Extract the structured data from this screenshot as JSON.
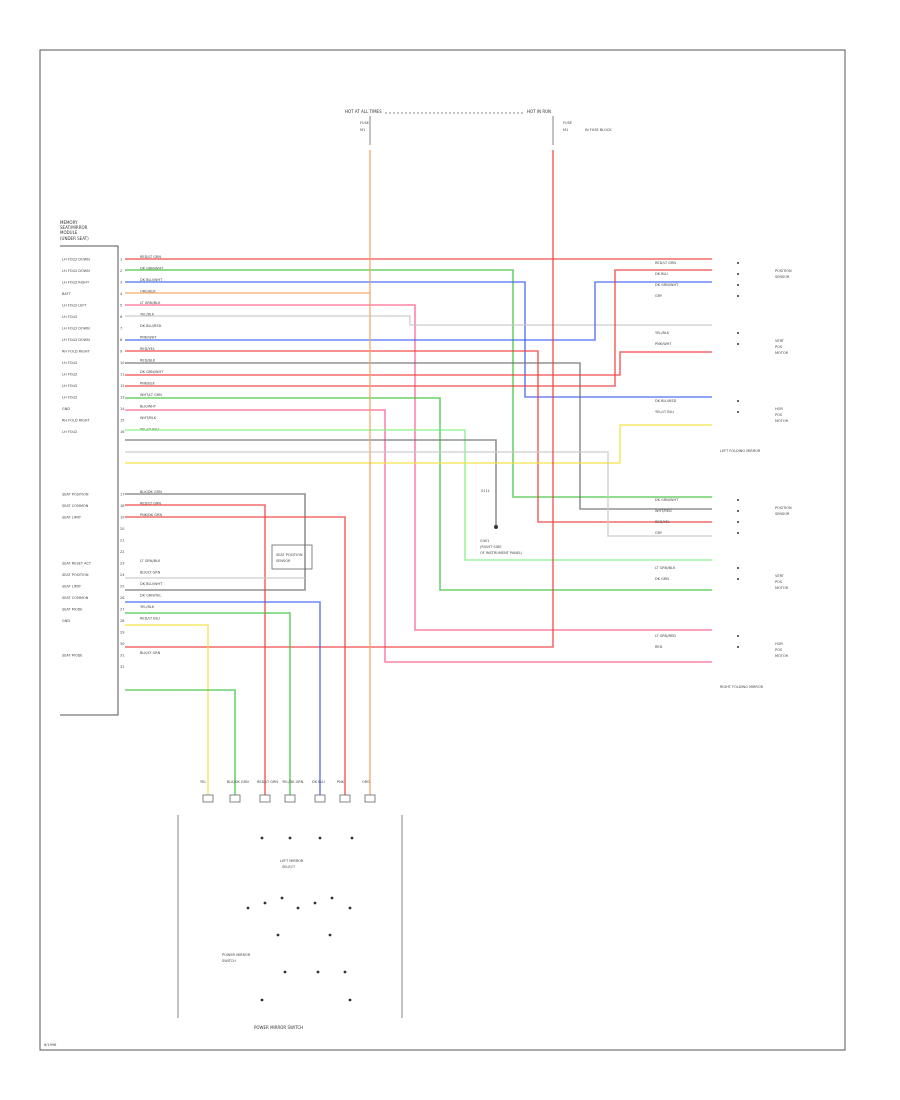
{
  "diagram": {
    "power_sources": [
      {
        "id": "hot_at_all_times",
        "label": "HOT AT ALL TIMES",
        "fuse": "FUSE",
        "fuse_sub": "M1"
      },
      {
        "id": "hot_in_run",
        "label": "HOT IN RUN",
        "fuse": "FUSE",
        "fuse_sub": "M1",
        "fuse_note": "IN FUSE BLOCK"
      }
    ],
    "module_title": [
      "MEMORY",
      "SEAT/MIRROR",
      "MODULE",
      "(UNDER SEAT)"
    ],
    "module_pins_top": [
      {
        "name": "LH FOLD DOWN",
        "pin": "1",
        "wire": "RED/LT GRN"
      },
      {
        "name": "LH FOLD DOWN",
        "pin": "2",
        "wire": "DK GRN/WHT"
      },
      {
        "name": "LH FOLD RIGHT",
        "pin": "3",
        "wire": "DK BLU/WHT"
      },
      {
        "name": "BATT",
        "pin": "4",
        "wire": "ORG/BLK"
      },
      {
        "name": "LH FOLD LEFT",
        "pin": "5",
        "wire": "LT GRN/BLK"
      },
      {
        "name": "LH FOLD",
        "pin": "6",
        "wire": "YEL/BLK"
      },
      {
        "name": "LH FOLD DOWN",
        "pin": "7",
        "wire": "DK BLU/RED"
      },
      {
        "name": "LH FOLD DOWN",
        "pin": "8",
        "wire": "PNK/WHT"
      },
      {
        "name": "RH FOLD RIGHT",
        "pin": "9",
        "wire": "RED/YEL"
      },
      {
        "name": "LH FOLD",
        "pin": "10",
        "wire": "RED/BLK"
      },
      {
        "name": "LH FOLD",
        "pin": "11",
        "wire": "DK GRN/WHT"
      },
      {
        "name": "LH FOLD",
        "pin": "12",
        "wire": "PNK/BLK"
      },
      {
        "name": "LH FOLD",
        "pin": "13",
        "wire": "WHT/LT GRN"
      },
      {
        "name": "GND",
        "pin": "14",
        "wire": "BLK/WHT"
      },
      {
        "name": "RH FOLD RIGHT",
        "pin": "15",
        "wire": "WHT/BLK"
      },
      {
        "name": "LH FOLD",
        "pin": "16",
        "wire": "YEL/LT BLU"
      }
    ],
    "module_pins_bottom": [
      {
        "name": "SEAT POSITION",
        "pin": "17",
        "wire": "BLK/DK GRN"
      },
      {
        "name": "SEAT COMMON",
        "pin": "18",
        "wire": "RED/LT GRN"
      },
      {
        "name": "SEAT LIMIT",
        "pin": "19",
        "wire": "PNK/DK GRN"
      },
      {
        "name": "",
        "pin": "20",
        "wire": ""
      },
      {
        "name": "",
        "pin": "21",
        "wire": ""
      },
      {
        "name": "",
        "pin": "22",
        "wire": ""
      },
      {
        "name": "SEAT RESET ACT",
        "pin": "23",
        "wire": "LT GRN/BLK"
      },
      {
        "name": "SEAT POSITION",
        "pin": "24",
        "wire": "BLK/LT GRN"
      },
      {
        "name": "SEAT LIMIT",
        "pin": "25",
        "wire": "DK BLU/WHT"
      },
      {
        "name": "SEAT COMMON",
        "pin": "26",
        "wire": "DK GRN/YEL"
      },
      {
        "name": "SEAT MODE",
        "pin": "27",
        "wire": "YEL/BLK"
      },
      {
        "name": "GND",
        "pin": "28",
        "wire": "RED/LT BLU"
      },
      {
        "name": "",
        "pin": "29",
        "wire": ""
      },
      {
        "name": "",
        "pin": "30",
        "wire": ""
      },
      {
        "name": "SEAT MODE",
        "pin": "31",
        "wire": "BLK/LT GRN"
      },
      {
        "name": "",
        "pin": "32",
        "wire": ""
      }
    ],
    "splice_label": "S111",
    "ground_label": [
      "G401",
      "(RIGHT SIDE",
      "OF INSTRUMENT PANEL)"
    ],
    "sensor_label": [
      "SEAT POSITION",
      "SENSOR"
    ],
    "right_top_group": {
      "title": "LEFT FOLDING MIRROR",
      "units": [
        {
          "name": [
            "POSITION",
            "SENSOR"
          ],
          "wires": [
            "RED/LT GRN",
            "DK BLU",
            "DK GRN/WHT",
            "GRY"
          ]
        },
        {
          "name": [
            "VERT",
            "POS",
            "MOTOR"
          ],
          "wires": [
            "YEL/BLK",
            "PNK/WHT"
          ]
        },
        {
          "name": [
            "HOR",
            "POS",
            "MOTOR"
          ],
          "wires": [
            "DK BLU/RED",
            "YEL/LT BLU"
          ]
        }
      ]
    },
    "right_bottom_group": {
      "title": "RIGHT FOLDING MIRROR",
      "units": [
        {
          "name": [
            "POSITION",
            "SENSOR"
          ],
          "wires": [
            "DK GRN/WHT",
            "WHT/RED",
            "RED/YEL",
            "GRY"
          ]
        },
        {
          "name": [
            "VERT",
            "POS",
            "MOTOR"
          ],
          "wires": [
            "LT GRN/BLK",
            "DK GRN"
          ]
        },
        {
          "name": [
            "HOR",
            "POS",
            "MOTOR"
          ],
          "wires": [
            "LT GRN/RED",
            "RED"
          ]
        }
      ]
    },
    "switch_pins": [
      "YEL",
      "BLK/DK GRN",
      "RED/LT GRN",
      "YEL/DK GRN",
      "DK BLU",
      "PNK",
      "ORG"
    ],
    "switch_title": [
      "LEFT MIRROR",
      "SELECT"
    ],
    "switch_sub": [
      "POWER MIRROR",
      "SWITCH"
    ],
    "switch_footer": "POWER MIRROR SWITCH",
    "corner_tag": "6/1996"
  },
  "colors": {
    "red": "#ef3b3b",
    "green": "#39c33b",
    "blue": "#3b5ff2",
    "orange": "#f6a35a",
    "gray": "#6e6e6e",
    "light_gray": "#c8c8c8",
    "yellow": "#f2e23b",
    "pink": "#ff5a8a",
    "light_green": "#7cf27c"
  }
}
